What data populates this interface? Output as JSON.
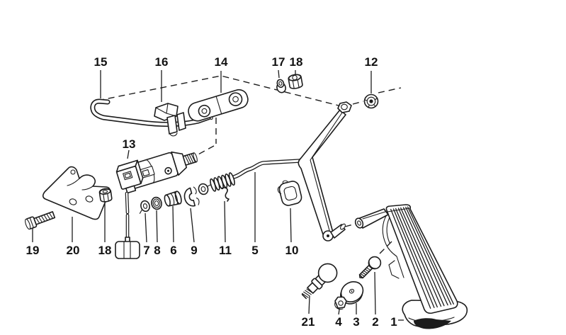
{
  "diagram": {
    "kind": "exploded-parts-diagram",
    "colors": {
      "background": "#ffffff",
      "line": "#1c1c1c",
      "label": "#121212"
    },
    "labels": {
      "n15": "15",
      "n16": "16",
      "n14": "14",
      "n17": "17",
      "n18_top": "18",
      "n12": "12",
      "n13": "13",
      "n19": "19",
      "n20": "20",
      "n18_bottom": "18",
      "n7": "7",
      "n8": "8",
      "n6": "6",
      "n9": "9",
      "n11": "11",
      "n5": "5",
      "n10": "10",
      "n21": "21",
      "n4": "4",
      "n3": "3",
      "n2": "2",
      "n1": "1"
    }
  }
}
